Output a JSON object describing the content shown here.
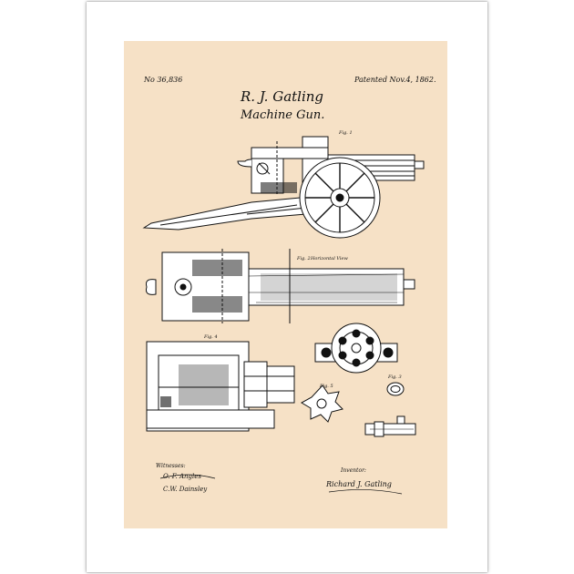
{
  "poster": {
    "patent_number": "No 36,836",
    "patent_date": "Patented Nov.4, 1862.",
    "inventor": "R. J. Gatling",
    "title": "Machine Gun.",
    "figures": {
      "fig1": "Fig. 1",
      "fig2": "Fig. 2",
      "fig2_note": "Horizontal View",
      "fig3": "Fig. 3",
      "fig4": "Fig. 4",
      "fig5": "Fig. 5"
    },
    "witnesses_label": "Witnesses:",
    "witness_1": "O. F. Angles",
    "witness_2": "C.W. Dainsley",
    "inventor_label": "Inventor:",
    "inventor_signature": "Richard J. Gatling"
  },
  "colors": {
    "paper": "#f6e1c6",
    "ink": "#111111",
    "frame": "#ffffff"
  }
}
